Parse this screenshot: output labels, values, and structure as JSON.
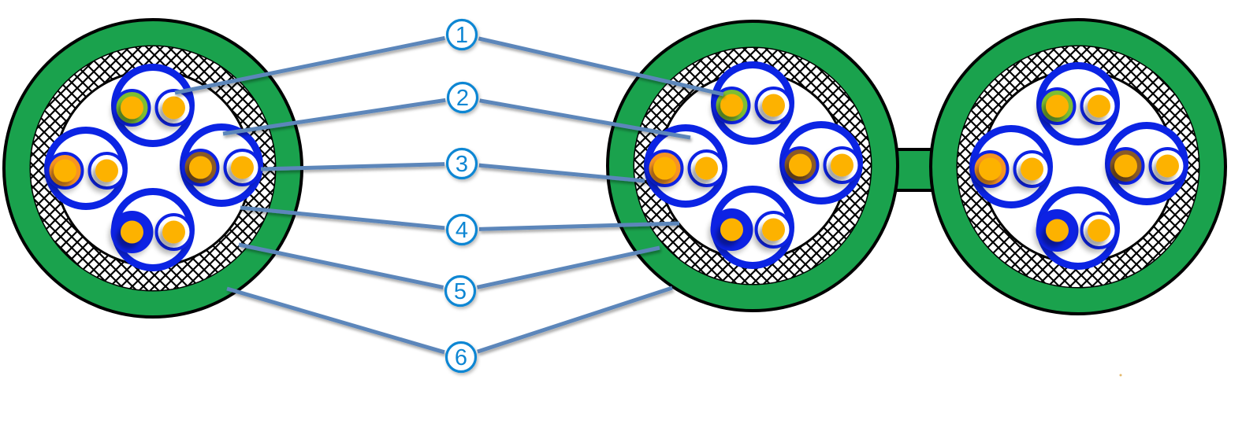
{
  "diagram": {
    "kind": "shielded twisted-pair cable cross-sections",
    "sections_shown": 3,
    "pairs_per_section": 4,
    "wires_per_pair": 2
  },
  "callouts": [
    {
      "number": "1"
    },
    {
      "number": "2"
    },
    {
      "number": "3"
    },
    {
      "number": "4"
    },
    {
      "number": "5"
    },
    {
      "number": "6"
    }
  ],
  "pair_wire_colors": [
    "green",
    "orange",
    "brown",
    "blue"
  ],
  "second_wire_color": "white",
  "colors": {
    "jacket_green": "#1aa24d",
    "outline_black": "#000000",
    "pair_blue": "#0b24e4",
    "conductor_yellow": "#fdb204",
    "wire_green": "#7dbe32",
    "wire_orange": "#f79420",
    "wire_brown": "#8a5a28",
    "wire_blue": "#0b24e4",
    "white": "#ffffff",
    "callout_blue": "#0d86d3",
    "leader_line_blue": "#5b86ba",
    "background": "#ffffff"
  }
}
